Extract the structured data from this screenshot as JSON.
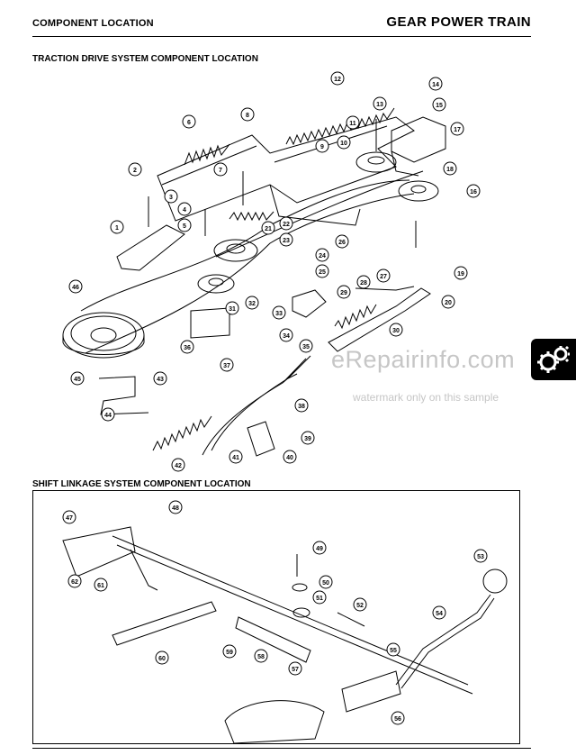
{
  "header": {
    "left": "COMPONENT LOCATION",
    "right": "GEAR POWER TRAIN"
  },
  "sections": {
    "traction_title": "TRACTION DRIVE SYSTEM COMPONENT LOCATION",
    "shift_title": "SHIFT LINKAGE SYSTEM COMPONENT LOCATION"
  },
  "watermark": {
    "main": "eRepairinfo.com",
    "sub": "watermark only on this sample"
  },
  "callouts_traction": [
    "1",
    "2",
    "3",
    "4",
    "5",
    "6",
    "7",
    "8",
    "9",
    "10",
    "11",
    "12",
    "13",
    "14",
    "15",
    "16",
    "17",
    "18",
    "19",
    "20",
    "21",
    "22",
    "23",
    "24",
    "25",
    "26",
    "27",
    "28",
    "29",
    "30",
    "31",
    "32",
    "33",
    "34",
    "35",
    "36",
    "37",
    "38",
    "39",
    "40",
    "41",
    "42",
    "43",
    "44",
    "45",
    "46"
  ],
  "callouts_shift": [
    "47",
    "48",
    "49",
    "50",
    "51",
    "52",
    "53",
    "54",
    "55",
    "56",
    "57",
    "58",
    "59",
    "60",
    "61",
    "62"
  ],
  "tab_icon": "gears-icon"
}
